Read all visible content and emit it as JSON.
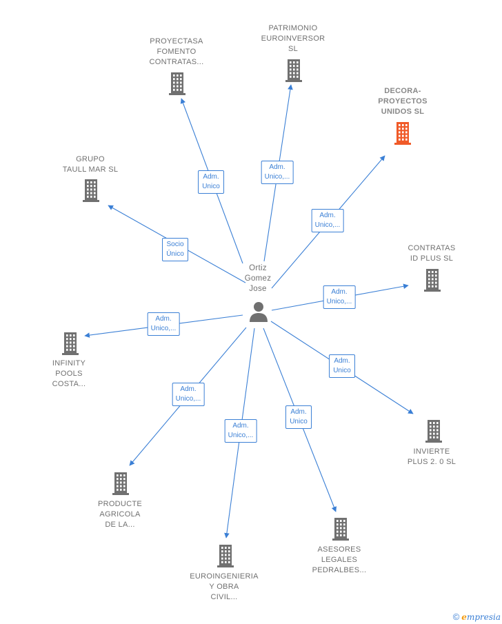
{
  "center": {
    "name": "Ortiz\nGomez\nJose"
  },
  "nodes": [
    {
      "id": "proyectasa",
      "label": "PROYECTASA\nFOMENTO\nCONTRATAS...",
      "highlight": false
    },
    {
      "id": "patrimonio",
      "label": "PATRIMONIO\nEUROINVERSOR\nSL",
      "highlight": false
    },
    {
      "id": "decora",
      "label": "DECORA-\nPROYECTOS\nUNIDOS  SL",
      "highlight": true
    },
    {
      "id": "grupo-taull",
      "label": "GRUPO\nTAULL MAR  SL",
      "highlight": false
    },
    {
      "id": "contratas-id",
      "label": "CONTRATAS\nID PLUS  SL",
      "highlight": false
    },
    {
      "id": "infinity",
      "label": "INFINITY\nPOOLS\nCOSTA...",
      "highlight": false
    },
    {
      "id": "invierte",
      "label": "INVIERTE\nPLUS 2. 0  SL",
      "highlight": false
    },
    {
      "id": "producte",
      "label": "PRODUCTE\nAGRICOLA\nDE LA...",
      "highlight": false
    },
    {
      "id": "asesores",
      "label": "ASESORES\nLEGALES\nPEDRALBES...",
      "highlight": false
    },
    {
      "id": "euroingenieria",
      "label": "EUROINGENIERIA\nY OBRA\nCIVIL...",
      "highlight": false
    }
  ],
  "edges": [
    {
      "to": "proyectasa",
      "label": "Adm.\nUnico"
    },
    {
      "to": "patrimonio",
      "label": "Adm.\nUnico,..."
    },
    {
      "to": "decora",
      "label": "Adm.\nUnico,..."
    },
    {
      "to": "grupo-taull",
      "label": "Socio\nÚnico"
    },
    {
      "to": "contratas-id",
      "label": "Adm.\nUnico,..."
    },
    {
      "to": "infinity",
      "label": "Adm.\nUnico,..."
    },
    {
      "to": "invierte",
      "label": "Adm.\nUnico"
    },
    {
      "to": "producte",
      "label": "Adm.\nUnico,..."
    },
    {
      "to": "asesores",
      "label": "Adm.\nUnico"
    },
    {
      "to": "euroingenieria",
      "label": "Adm.\nUnico,..."
    }
  ],
  "colors": {
    "edge": "#3a7fd5",
    "building": "#707070",
    "highlight": "#f05a28"
  },
  "footer": {
    "copyright": "©",
    "brand_initial": "e",
    "brand_rest": "mpresia"
  }
}
